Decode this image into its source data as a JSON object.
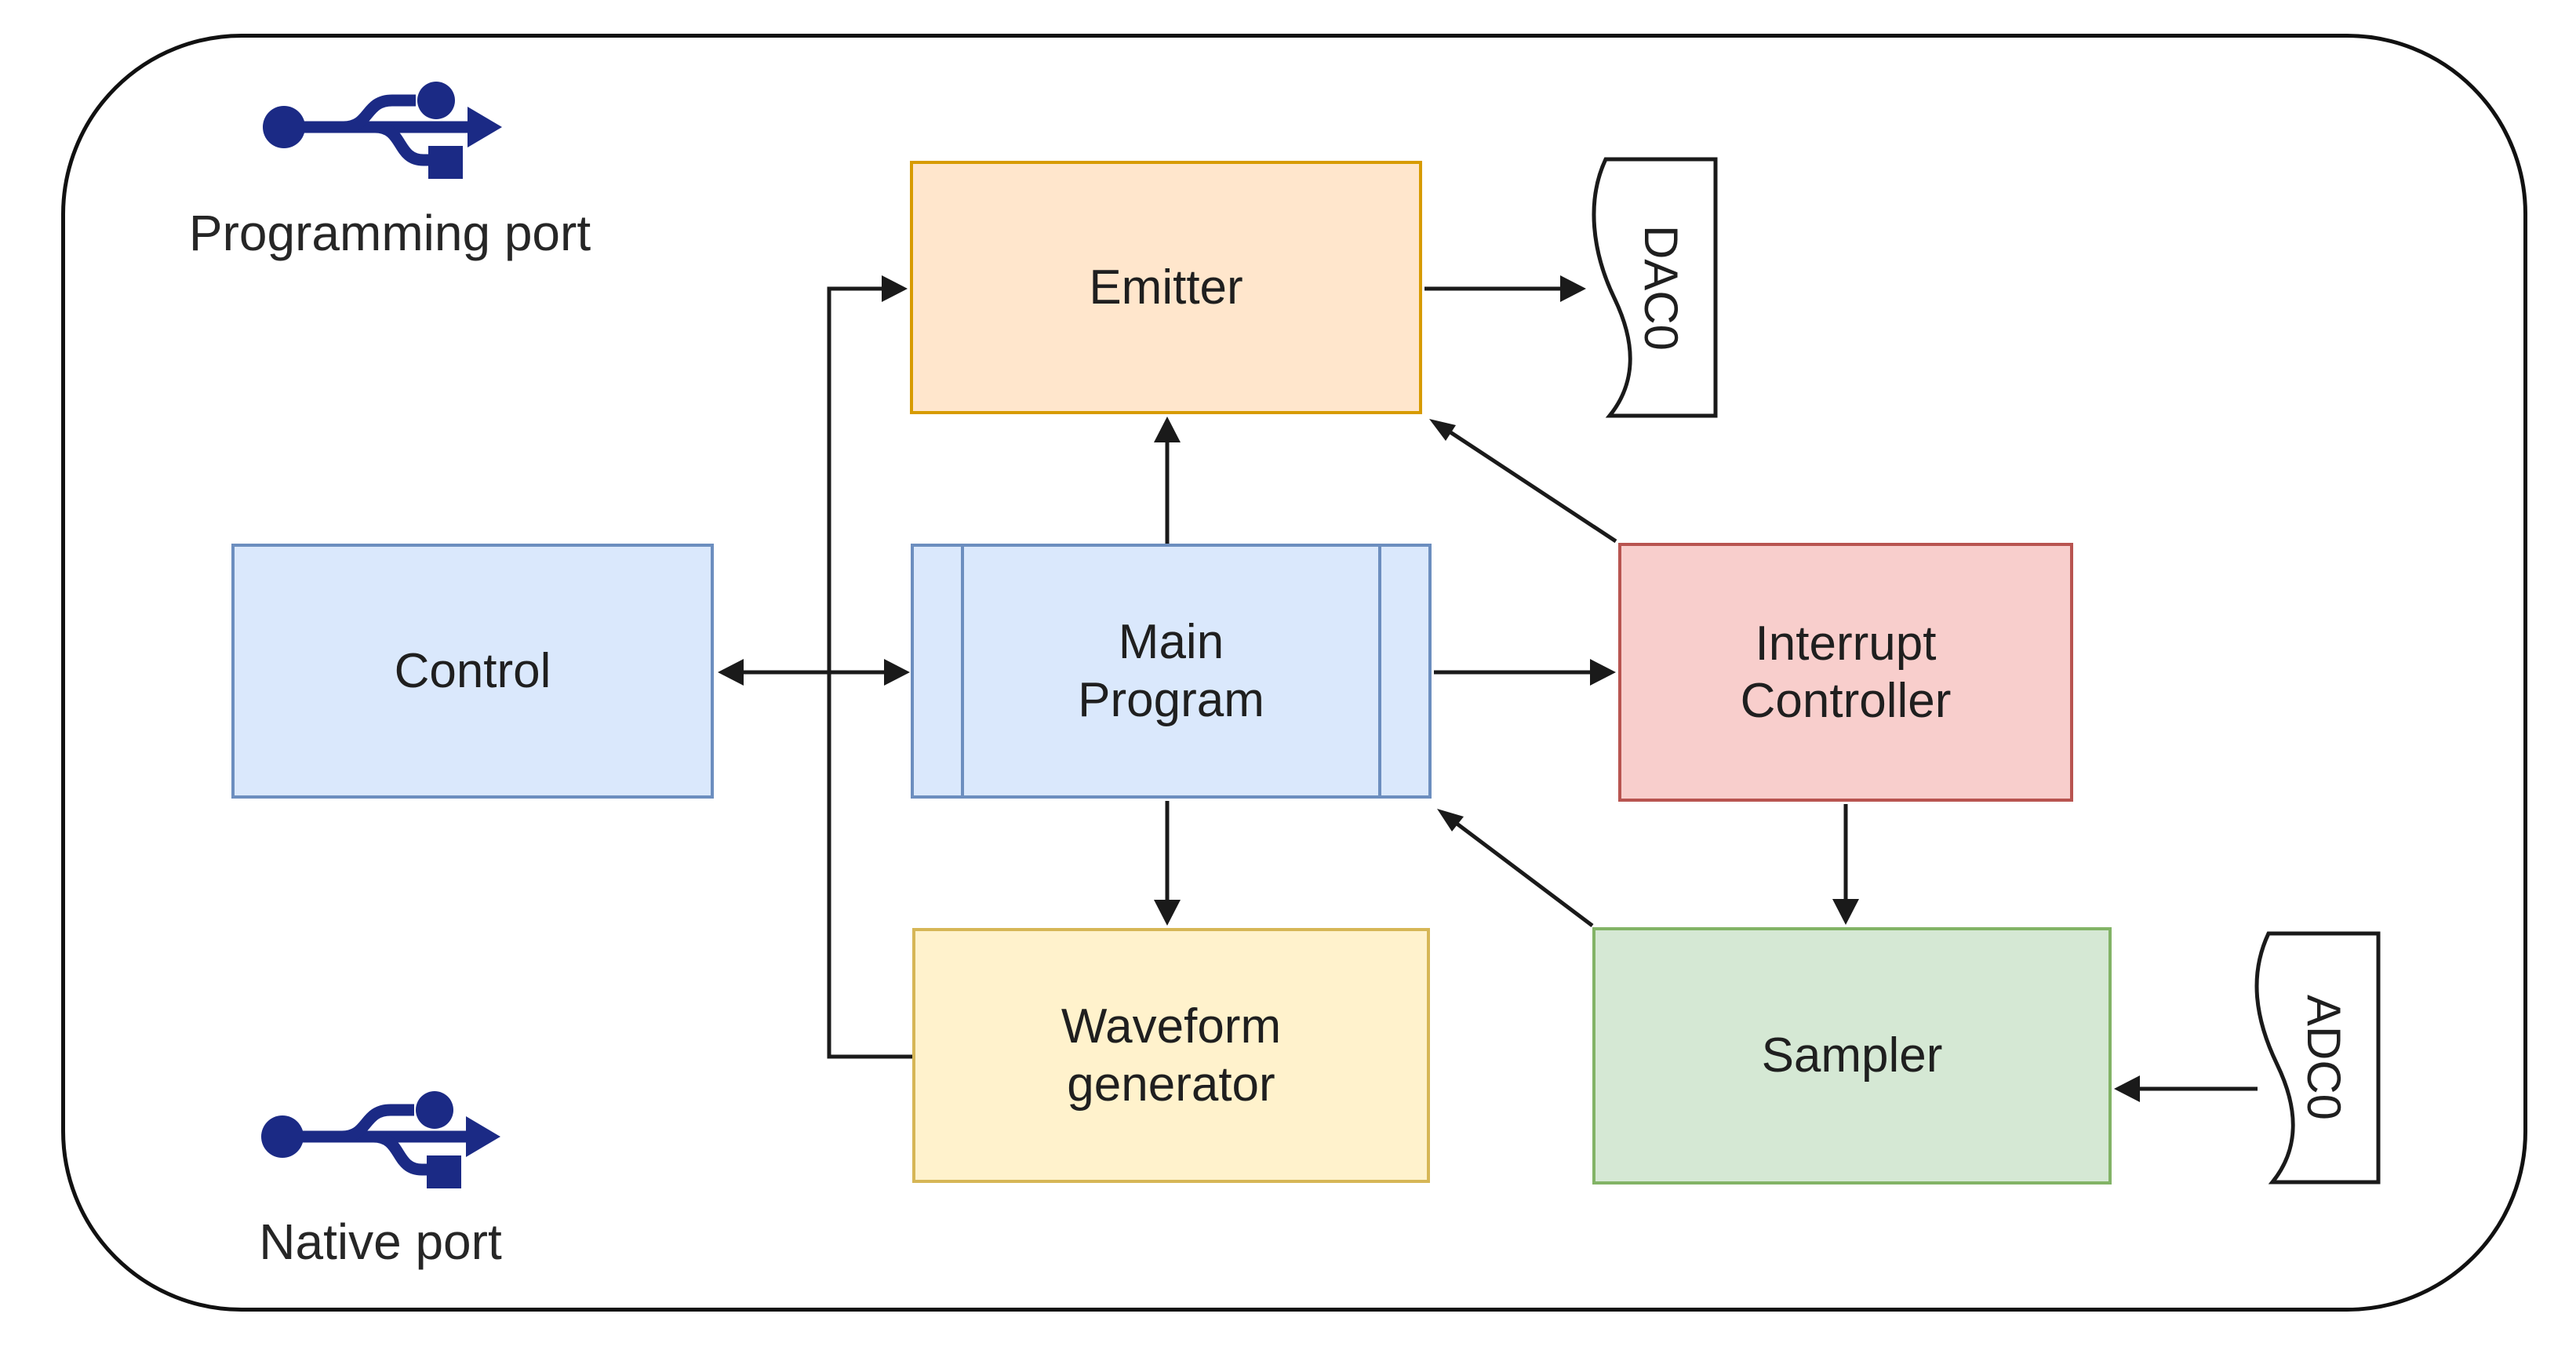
{
  "ports": {
    "programming": {
      "label": "Programming port"
    },
    "native": {
      "label": "Native port"
    }
  },
  "blocks": {
    "emitter": {
      "label": "Emitter"
    },
    "control": {
      "label": "Control"
    },
    "main_program": {
      "label": "Main\nProgram"
    },
    "interrupt_controller": {
      "label": "Interrupt\nController"
    },
    "waveform_generator": {
      "label": "Waveform\ngenerator"
    },
    "sampler": {
      "label": "Sampler"
    }
  },
  "io": {
    "dac0": {
      "label": "DAC0"
    },
    "adc0": {
      "label": "ADC0"
    }
  },
  "edges": [
    {
      "from": "emitter",
      "to": "dac0",
      "style": "arrow"
    },
    {
      "from": "control",
      "to": "main_program",
      "style": "double-arrow"
    },
    {
      "from": "main_program",
      "to": "emitter",
      "style": "arrow"
    },
    {
      "from": "main_program",
      "to": "interrupt_controller",
      "style": "arrow"
    },
    {
      "from": "main_program",
      "to": "waveform_generator",
      "style": "arrow"
    },
    {
      "from": "waveform_generator",
      "to": "emitter",
      "style": "arrow"
    },
    {
      "from": "interrupt_controller",
      "to": "emitter",
      "style": "arrow"
    },
    {
      "from": "interrupt_controller",
      "to": "sampler",
      "style": "arrow"
    },
    {
      "from": "sampler",
      "to": "main_program",
      "style": "arrow"
    },
    {
      "from": "adc0",
      "to": "sampler",
      "style": "arrow"
    }
  ],
  "colors": {
    "emitter_fill": "#FFE6CC",
    "emitter_stroke": "#D79B00",
    "blue_fill": "#DAE8FC",
    "blue_stroke": "#6C8EBF",
    "interrupt_fill": "#F8CECC",
    "interrupt_stroke": "#B85450",
    "waveform_fill": "#FFF2CC",
    "waveform_stroke": "#D6B656",
    "sampler_fill": "#D5E8D4",
    "sampler_stroke": "#82B366",
    "usb_icon": "#1B2A85",
    "connector": "#1A1A1A",
    "outline": "#111111",
    "text": "#1F1F1F"
  }
}
